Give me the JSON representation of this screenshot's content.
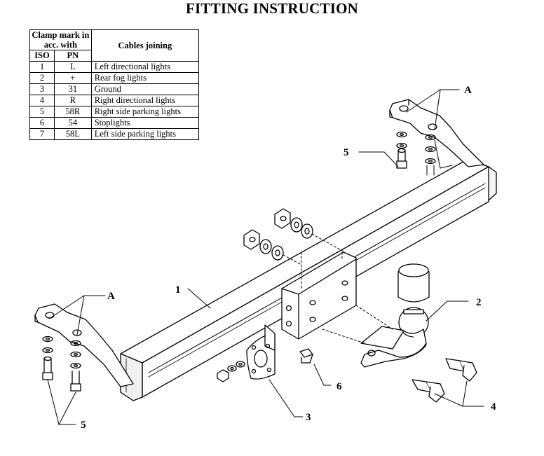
{
  "title": "FITTING INSTRUCTION",
  "table": {
    "header_clamp": "Clamp mark in acc. with",
    "header_cables": "Cables joining",
    "header_iso": "ISO",
    "header_pn": "PN",
    "rows": [
      {
        "iso": "1",
        "pn": "L",
        "cable": "Left directional lights"
      },
      {
        "iso": "2",
        "pn": "+",
        "cable": "Rear fog lights"
      },
      {
        "iso": "3",
        "pn": "31",
        "cable": "Ground"
      },
      {
        "iso": "4",
        "pn": "R",
        "cable": "Right directional lights"
      },
      {
        "iso": "5",
        "pn": "58R",
        "cable": "Right side parking lights"
      },
      {
        "iso": "6",
        "pn": "54",
        "cable": "Stoplights"
      },
      {
        "iso": "7",
        "pn": "58L",
        "cable": "Left side parking lights"
      }
    ]
  },
  "callouts": {
    "a_right": "A",
    "a_left": "A",
    "bar": "1",
    "ball": "2",
    "socket_plate": "3",
    "bolts_pair": "4",
    "bolt_right": "5",
    "bolts_left": "5",
    "bolt_small": "6"
  }
}
